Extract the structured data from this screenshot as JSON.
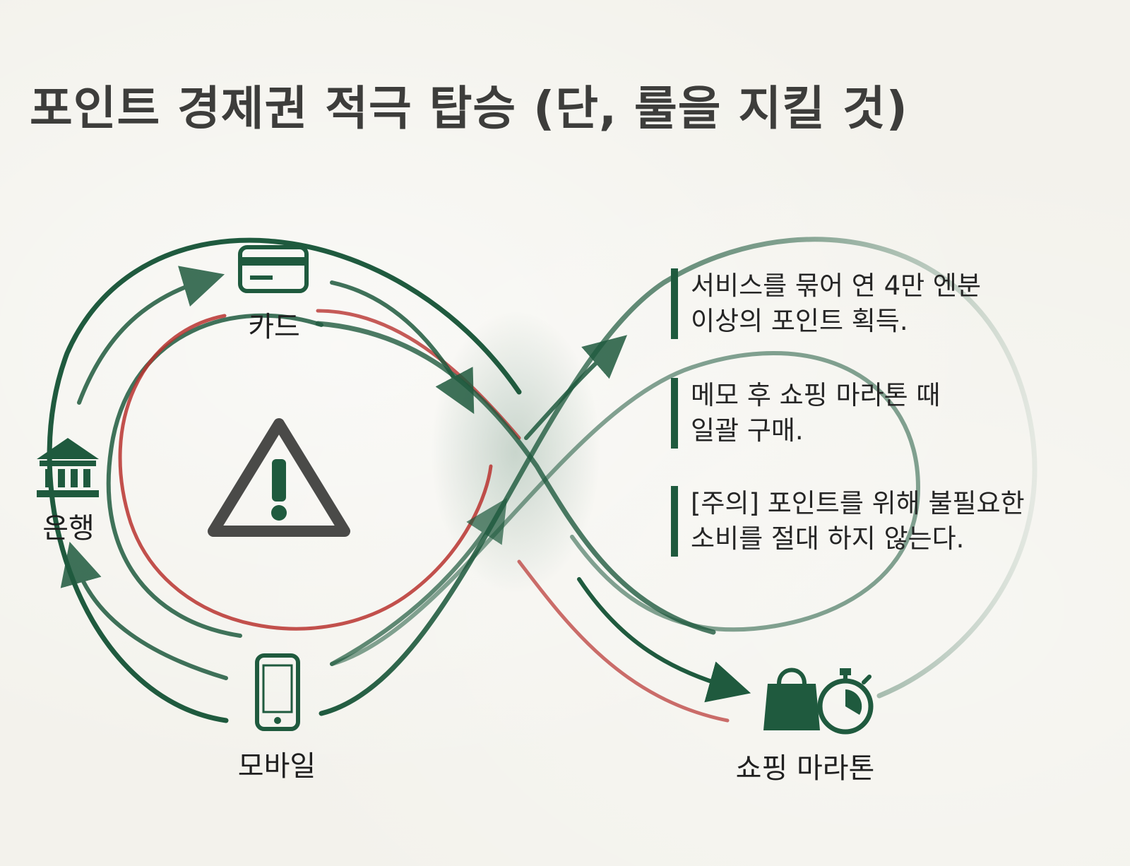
{
  "title": "포인트 경제권 적극 탑승 (단, 룰을 지킬 것)",
  "nodes": {
    "card": {
      "label": "카드",
      "icon": "credit-card-icon"
    },
    "bank": {
      "label": "은행",
      "icon": "bank-icon"
    },
    "mobile": {
      "label": "모바일",
      "icon": "smartphone-icon"
    },
    "shopping": {
      "label": "쇼핑 마라톤",
      "icons": [
        "shopping-bag-icon",
        "stopwatch-icon"
      ]
    }
  },
  "center_icon": "warning-triangle-icon",
  "notes": [
    {
      "line1": "서비스를 묶어 연 4만 엔분",
      "line2": "이상의 포인트 획득."
    },
    {
      "line1": "메모 후 쇼핑 마라톤 때",
      "line2": "일괄 구매."
    },
    {
      "line1": "[주의] 포인트를 위해 불필요한",
      "line2": "소비를 절대 하지 않는다."
    }
  ],
  "colors": {
    "primary_green": "#1f5a3e",
    "warning_red": "#b8322f",
    "title_text": "#3d3d3b",
    "background": "#f3f2ec"
  }
}
